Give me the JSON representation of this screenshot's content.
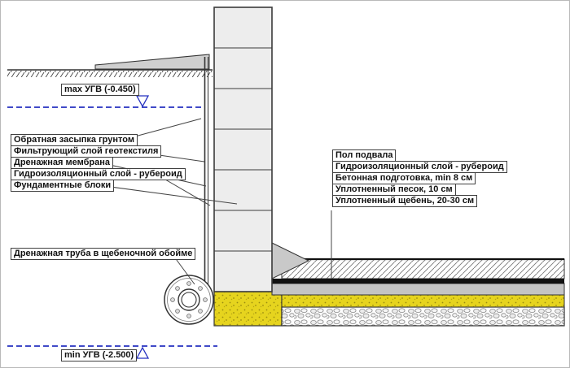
{
  "diagram": {
    "water_levels": {
      "max_label": "max УГВ (-0.450)",
      "min_label": "min УГВ (-2.500)"
    },
    "left_callouts": [
      "Обратная засыпка грунтом",
      "Фильтрующий слой геотекстиля",
      "Дренажная мембрана",
      "Гидроизоляционный слой - рубероид",
      "Фундаментные блоки"
    ],
    "pipe_callout": "Дренажная труба в щебеночной обойме",
    "right_callouts": [
      "Пол подвала",
      "Гидроизоляционный слой - рубероид",
      "Бетонная подготовка, min 8 см",
      "Уплотненный песок, 10 см",
      "Уплотненный щебень, 20-30 см"
    ],
    "colors": {
      "groundwater_line": "#2531c0",
      "sand": "#e6d41e",
      "concrete": "#c4c4c4",
      "wall_block": "#ededed",
      "waterproofing": "#111111"
    }
  }
}
